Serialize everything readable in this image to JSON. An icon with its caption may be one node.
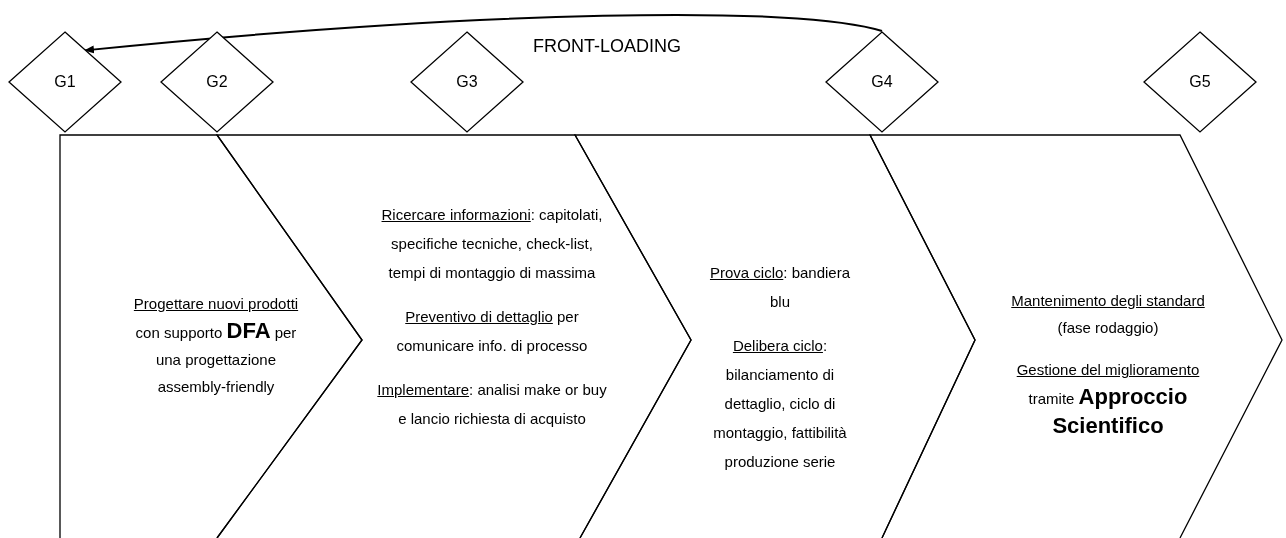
{
  "diagram": {
    "nodes": [
      {
        "text": [
          "G1"
        ]
      },
      {
        "text": [
          "G2"
        ]
      },
      {
        "text": [
          "G3"
        ]
      },
      {
        "text": [
          "G4"
        ]
      },
      {
        "text": [
          "G5"
        ]
      },
      {
        "text": [
          "Progettare nuovi prodotti con supporto **DFA** per una progettazione assembly-friendly"
        ]
      },
      {
        "text": [
          "Ricercare informazioni: capitolati, specifiche tecniche, check-list, tempi di montaggio di massima",
          "Preventivo di dettaglio per comunicare info. di processo",
          "Implementare: analisi make or buy e lancio richiesta di acquisto"
        ]
      },
      {
        "text": [
          "Prova ciclo: bandiera blu",
          "Delibera ciclo: bilanciamento di dettaglio, ciclo di montaggio, fattibilità produzione serie"
        ]
      },
      {
        "text": [
          "Mantenimento degli standard (fase rodaggio)",
          "Gestione del miglioramento tramite **Approccio Scientifico**"
        ]
      }
    ],
    "edges": [
      {
        "from": 3,
        "to": 0,
        "arrow": "to",
        "label": "FRONT-LOADING"
      }
    ]
  }
}
